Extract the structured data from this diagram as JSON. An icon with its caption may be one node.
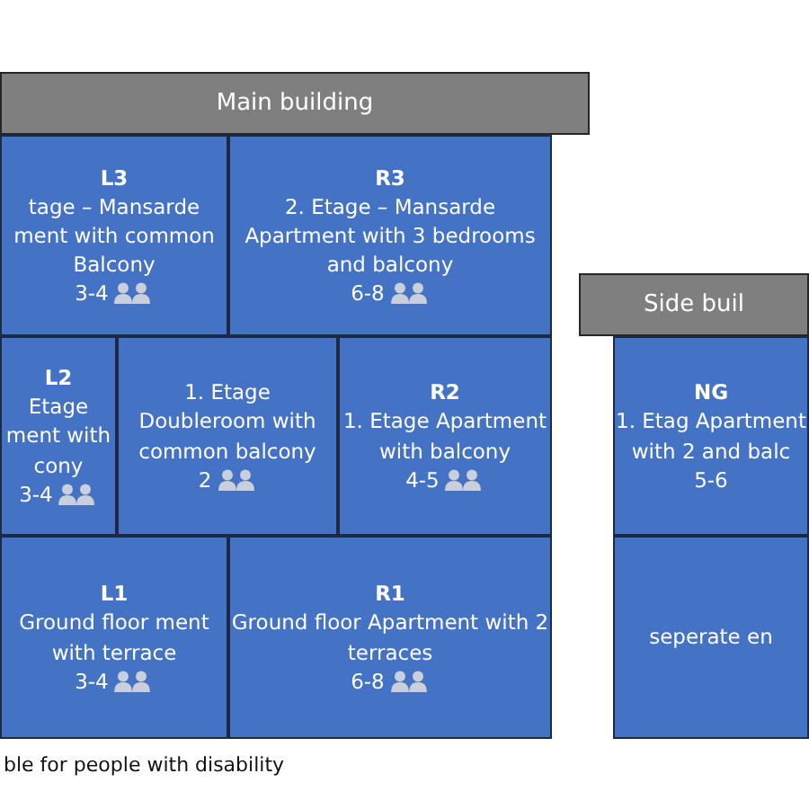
{
  "diagram": {
    "nodes": [
      {
        "text": [
          "Main building"
        ]
      },
      {
        "text": [
          "L3",
          "tage – Mansarde ment with common Balcony",
          "3-4"
        ]
      },
      {
        "text": [
          "R3",
          "2. Etage – Mansarde Apartment with 3 bedrooms and balcony",
          "6-8"
        ]
      },
      {
        "text": [
          "L2",
          "Etage ment with cony",
          "3-4"
        ]
      },
      {
        "text": [
          "1. Etage Doubleroom with common balcony",
          "2"
        ]
      },
      {
        "text": [
          "R2",
          "1. Etage Apartment with balcony",
          "4-5"
        ]
      },
      {
        "text": [
          "L1",
          "Ground floor ment with terrace",
          "3-4"
        ]
      },
      {
        "text": [
          "R1",
          "Ground floor Apartment with 2 terraces",
          "6-8"
        ]
      },
      {
        "text": [
          "Side buil"
        ]
      },
      {
        "text": [
          "NG",
          "1. Etag Apartment with 2 and balc",
          "5-6"
        ]
      },
      {
        "text": [
          "seperate en"
        ]
      }
    ],
    "labels": [
      "ble for people with disability"
    ]
  }
}
